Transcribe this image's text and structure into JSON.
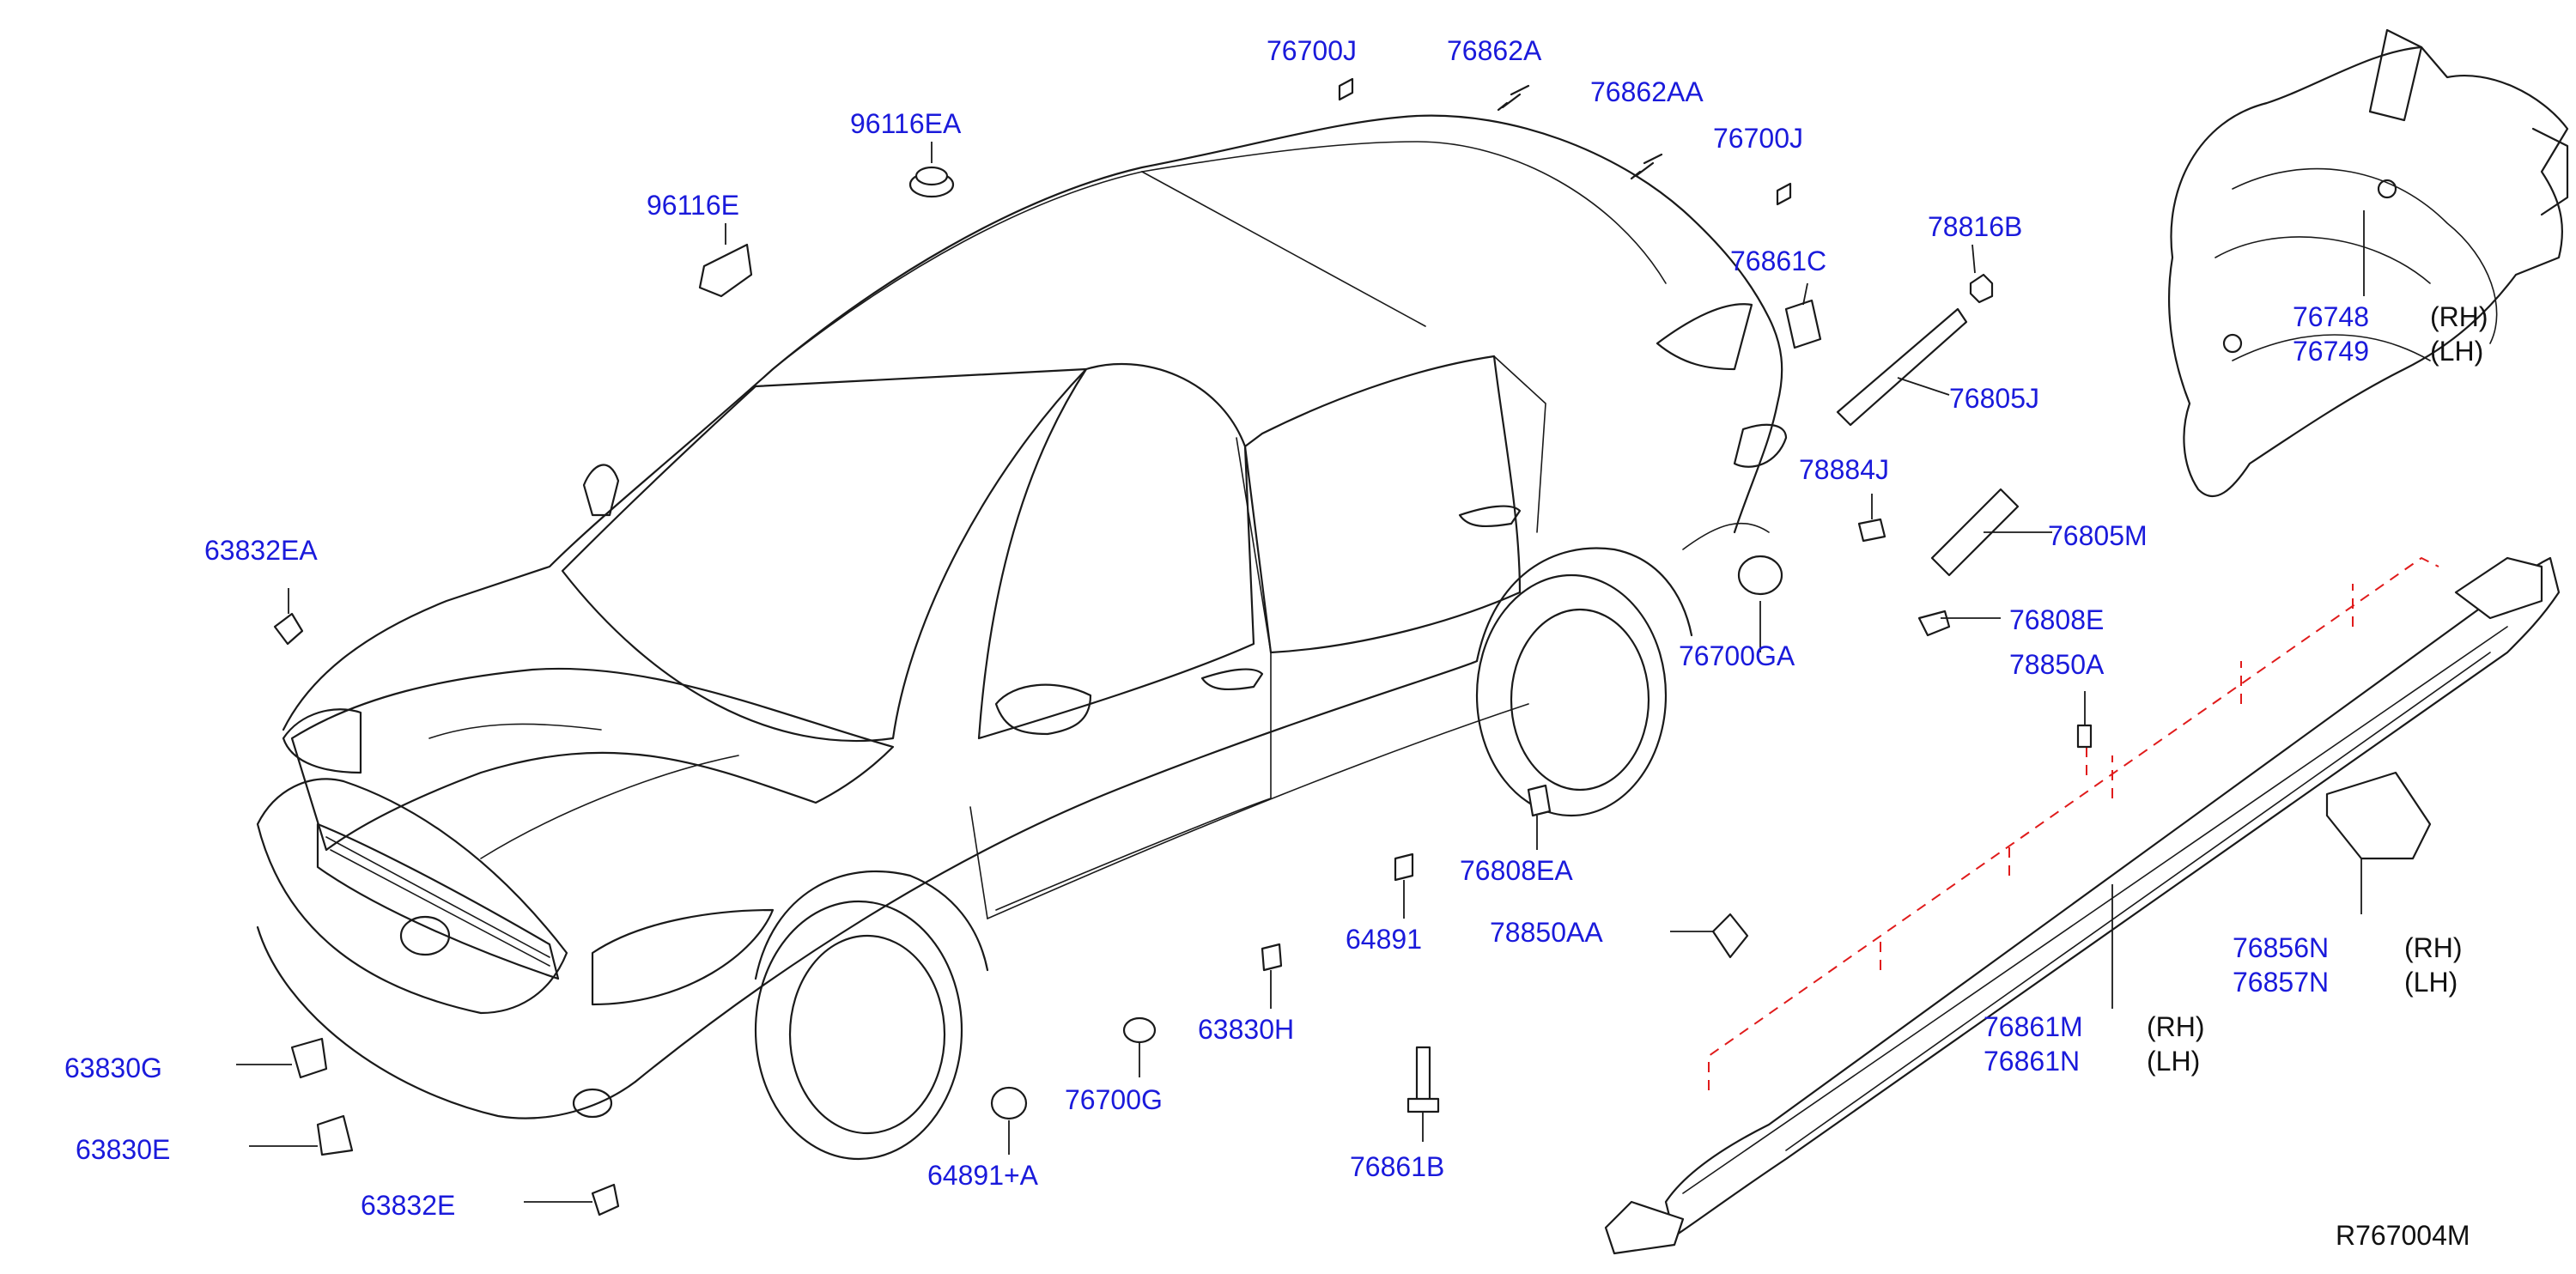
{
  "labels": {
    "l_76700J_top": "76700J",
    "l_76862A": "76862A",
    "l_76862AA": "76862AA",
    "l_76700J_mid": "76700J",
    "l_96116EA": "96116EA",
    "l_96116E": "96116E",
    "l_78816B": "78816B",
    "l_76861C": "76861C",
    "l_76748": "76748",
    "l_76749": "76749",
    "l_76805J": "76805J",
    "l_78884J": "78884J",
    "l_76805M": "76805M",
    "l_63832EA": "63832EA",
    "l_76808E": "76808E",
    "l_76700GA": "76700GA",
    "l_78850A": "78850A",
    "l_76808EA": "76808EA",
    "l_64891": "64891",
    "l_78850AA": "78850AA",
    "l_76856N": "76856N",
    "l_76857N": "76857N",
    "l_63830H": "63830H",
    "l_63830G": "63830G",
    "l_76700G": "76700G",
    "l_76861M": "76861M",
    "l_76861N": "76861N",
    "l_63830E": "63830E",
    "l_64891A": "64891+A",
    "l_76861B": "76861B",
    "l_63832E": "63832E"
  },
  "sides": {
    "rh": "(RH)",
    "lh": "(LH)"
  },
  "diagram_code": "R767004M",
  "colors": {
    "label": "#1a1adb",
    "line": "#1a1a1a",
    "dashed": "#e01b1b"
  }
}
